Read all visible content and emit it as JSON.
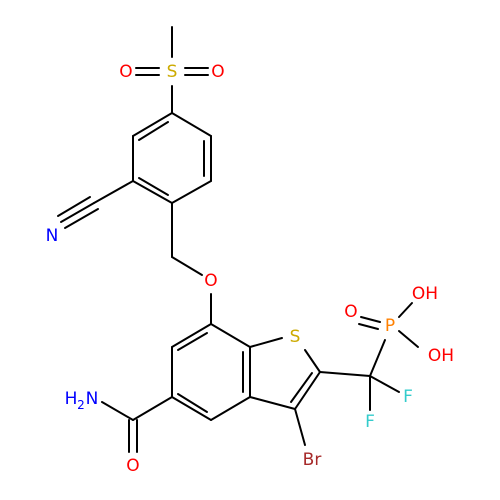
{
  "atom_labels": {
    "sulfonyl_s": "S",
    "sulfonyl_o1": "O",
    "sulfonyl_o2": "O",
    "nitrile_n": "N",
    "ether_o": "O",
    "thiophene_s": "S",
    "phosphonate_p": "P",
    "phosphonate_o_double": "O",
    "phosphonate_oh1": "OH",
    "phosphonate_oh2": "OH",
    "fluorine1": "F",
    "fluorine2": "F",
    "bromine": "Br",
    "amide_nh2_main": "H",
    "amide_nh2_sub": "2",
    "amide_nh2_n": "N",
    "amide_o": "O"
  },
  "colors": {
    "bond": "#000000",
    "oxygen": "#FF0000",
    "nitrogen": "#0000FF",
    "sulfur": "#CCAA00",
    "phosphorus": "#FF8000",
    "fluorine": "#33CCCC",
    "bromine": "#A62929"
  }
}
